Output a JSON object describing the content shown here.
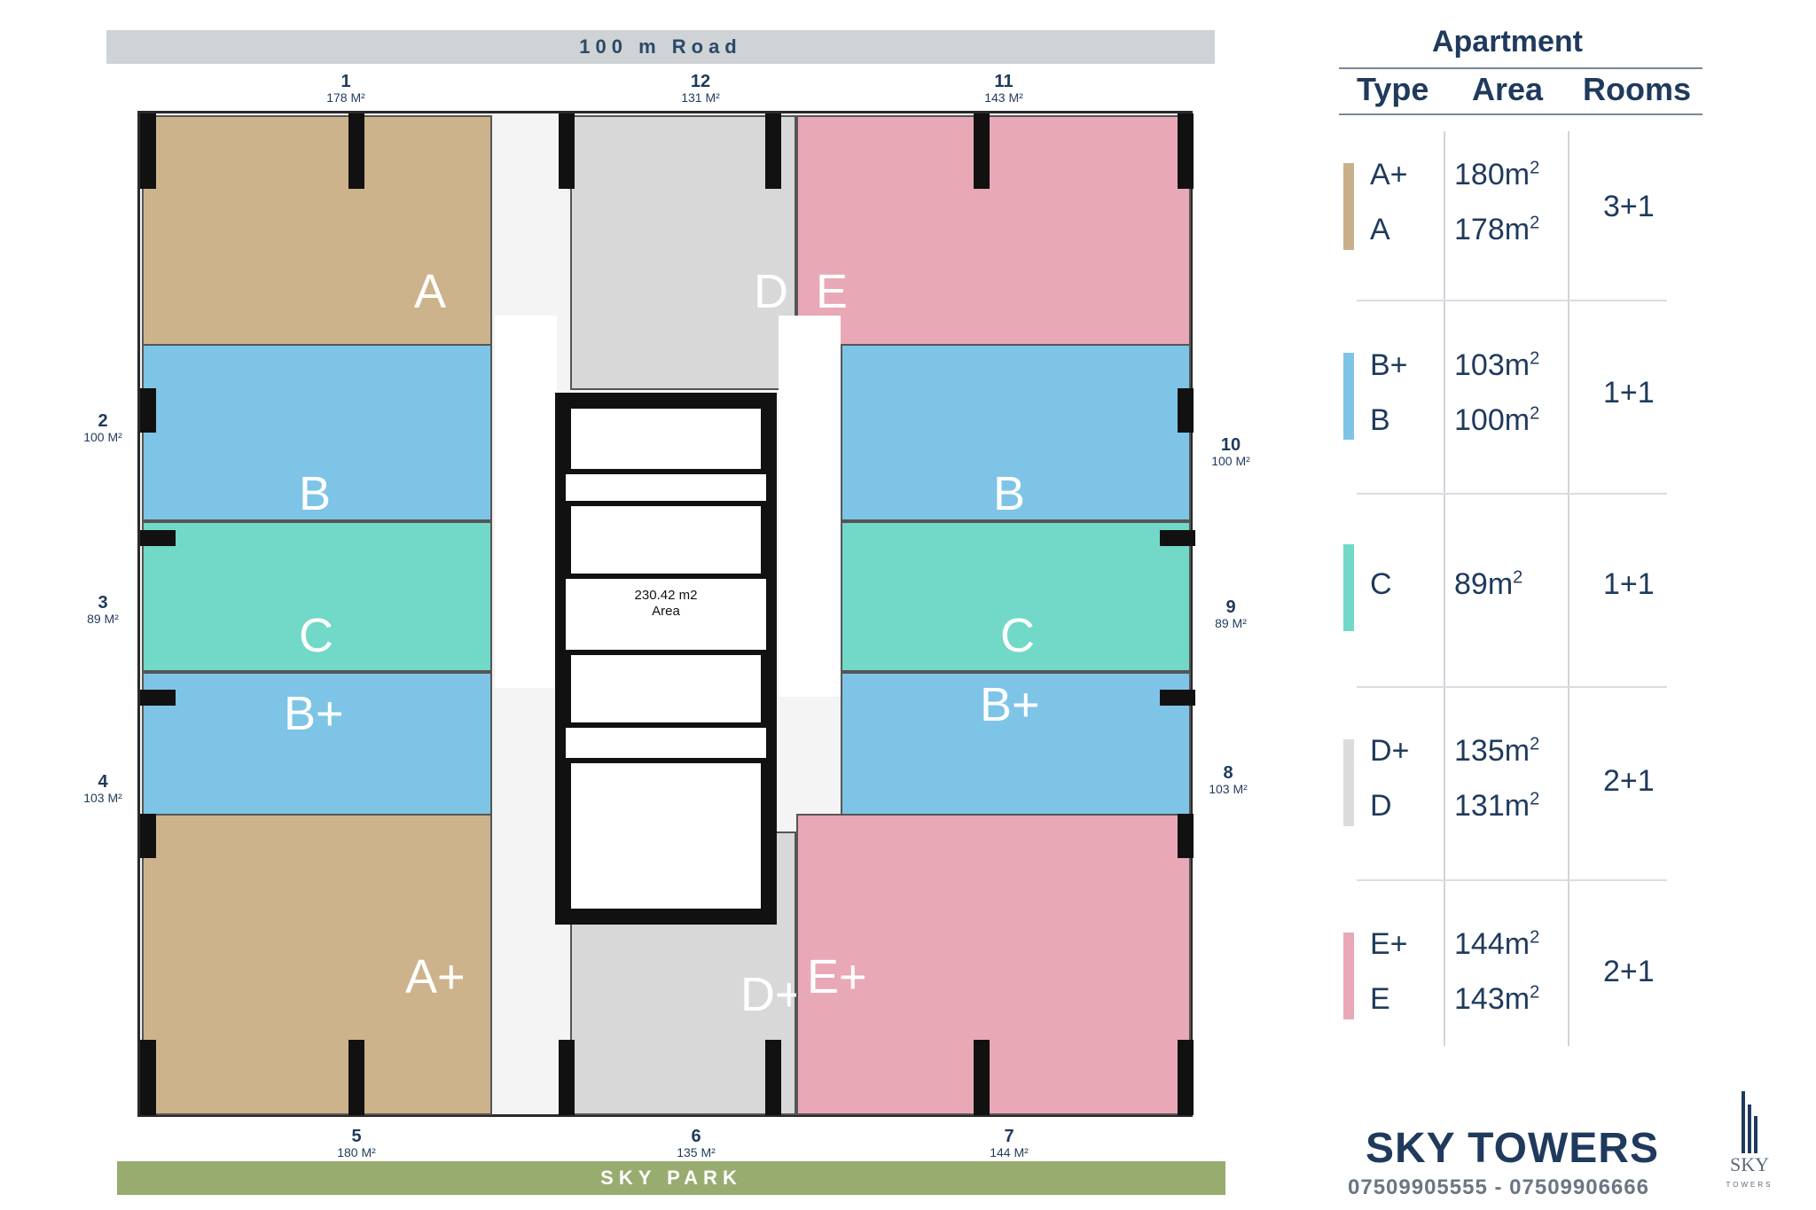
{
  "road_label": "100 m Road",
  "park_label": "SKY PARK",
  "units": [
    {
      "num": "1",
      "area": "178 M²"
    },
    {
      "num": "12",
      "area": "131 M²"
    },
    {
      "num": "11",
      "area": "143 M²"
    },
    {
      "num": "2",
      "area": "100 M²"
    },
    {
      "num": "10",
      "area": "100 M²"
    },
    {
      "num": "3",
      "area": "89 M²"
    },
    {
      "num": "9",
      "area": "89 M²"
    },
    {
      "num": "4",
      "area": "103 M²"
    },
    {
      "num": "8",
      "area": "103 M²"
    },
    {
      "num": "5",
      "area": "180 M²"
    },
    {
      "num": "6",
      "area": "135 M²"
    },
    {
      "num": "7",
      "area": "144 M²"
    }
  ],
  "plan_letters": {
    "a": "A",
    "d": "D",
    "e": "E",
    "b_left": "B",
    "b_right": "B",
    "c_left": "C",
    "c_right": "C",
    "bplus_left": "B+",
    "bplus_right": "B+",
    "aplus": "A+",
    "dplus": "D+",
    "eplus": "E+"
  },
  "core": {
    "area_value": "230.42 m2",
    "area_label": "Area"
  },
  "legend": {
    "title": "Apartment",
    "headers": {
      "type": "Type",
      "area": "Area",
      "rooms": "Rooms"
    },
    "groups": [
      {
        "color": "#c8b08a",
        "types": [
          "A+",
          "A"
        ],
        "areas": [
          "180m",
          "178m"
        ],
        "rooms": "3+1"
      },
      {
        "color": "#7ec4e6",
        "types": [
          "B+",
          "B"
        ],
        "areas": [
          "103m",
          "100m"
        ],
        "rooms": "1+1"
      },
      {
        "color": "#72d8c7",
        "types": [
          "C"
        ],
        "areas": [
          "89m"
        ],
        "rooms": "1+1"
      },
      {
        "color": "#dcdcdc",
        "types": [
          "D+",
          "D"
        ],
        "areas": [
          "135m",
          "131m"
        ],
        "rooms": "2+1"
      },
      {
        "color": "#e9a8b6",
        "types": [
          "E+",
          "E"
        ],
        "areas": [
          "144m",
          "143m"
        ],
        "rooms": "2+1"
      }
    ],
    "superscript": "2"
  },
  "brand": {
    "name": "SKY TOWERS",
    "phones": "07509905555 - 07509906666",
    "logo_name": "SKY",
    "logo_sub": "TOWERS"
  }
}
